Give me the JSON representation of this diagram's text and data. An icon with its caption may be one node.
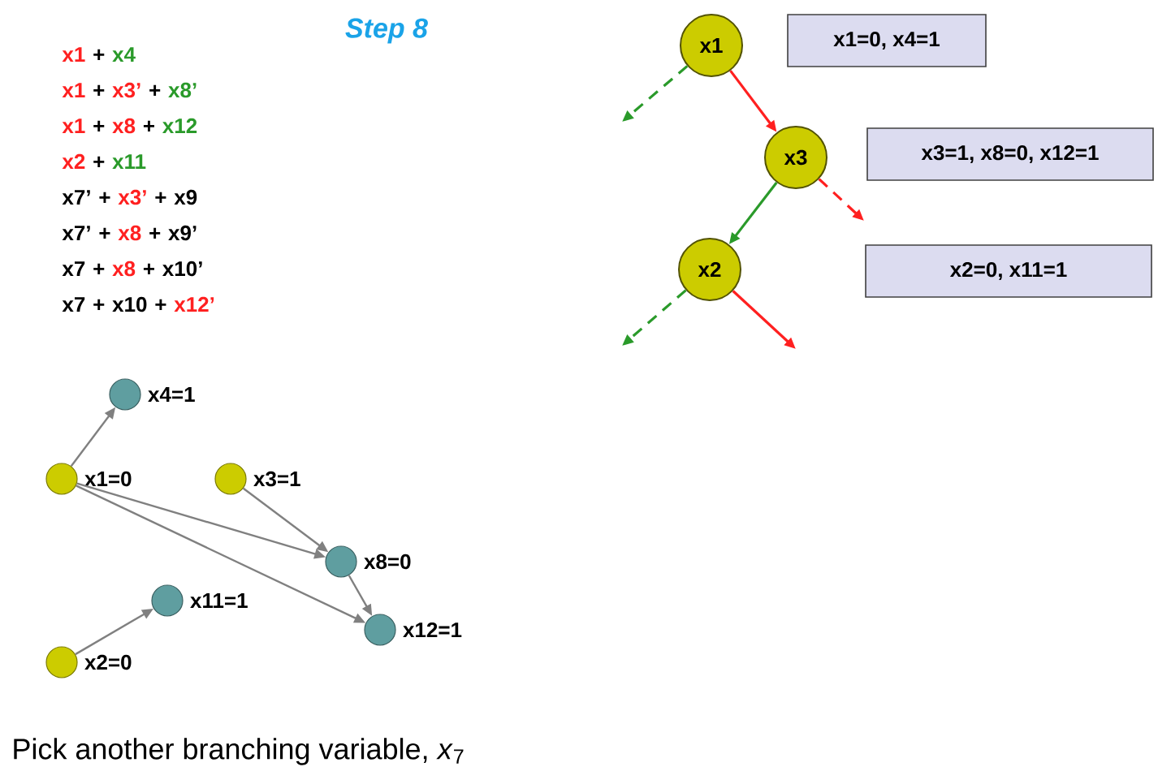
{
  "diagram": {
    "title": "Step 8",
    "caption": "Pick another branching variable, *x*$_{7}$",
    "nodes": [
      {
        "text": [
          "x1"
        ]
      },
      {
        "text": [
          "x3"
        ]
      },
      {
        "text": [
          "x2"
        ]
      },
      {
        "text": [
          "x1=0, x4=1"
        ]
      },
      {
        "text": [
          "x3=1, x8=0, x12=1"
        ]
      },
      {
        "text": [
          "x2=0, x11=1"
        ]
      },
      {
        "text": [],
        "shape": "circle",
        "beside": [
          "x4=1"
        ]
      },
      {
        "text": [],
        "shape": "circle",
        "beside": [
          "x1=0"
        ]
      },
      {
        "text": [],
        "shape": "circle",
        "beside": [
          "x3=1"
        ]
      },
      {
        "text": [],
        "shape": "circle",
        "beside": [
          "x8=0"
        ]
      },
      {
        "text": [],
        "shape": "circle",
        "beside": [
          "x11=1"
        ]
      },
      {
        "text": [],
        "shape": "circle",
        "beside": [
          "x12=1"
        ]
      },
      {
        "text": [],
        "shape": "circle",
        "beside": [
          "x2=0"
        ]
      }
    ],
    "edges": [
      {
        "from": 0,
        "to": 1,
        "arrow": "to",
        "color": "#ff2020"
      },
      {
        "from": 0,
        "to": null,
        "arrow": "to",
        "style": "dashed",
        "color": "#2a9a2a"
      },
      {
        "from": 1,
        "to": 2,
        "arrow": "to",
        "color": "#2a9a2a"
      },
      {
        "from": 1,
        "to": null,
        "arrow": "to",
        "style": "dashed",
        "color": "#ff2020"
      },
      {
        "from": 2,
        "to": null,
        "arrow": "to",
        "style": "dashed",
        "color": "#2a9a2a"
      },
      {
        "from": 2,
        "to": null,
        "arrow": "to",
        "color": "#ff2020"
      },
      {
        "from": 7,
        "to": 6,
        "arrow": "to"
      },
      {
        "from": 7,
        "to": 9,
        "arrow": "to"
      },
      {
        "from": 7,
        "to": 11,
        "arrow": "to"
      },
      {
        "from": 8,
        "to": 9,
        "arrow": "to"
      },
      {
        "from": 9,
        "to": 11,
        "arrow": "to"
      },
      {
        "from": 12,
        "to": 10,
        "arrow": "to"
      }
    ],
    "labels": [
      "x1",
      "+",
      "x4",
      "x1",
      "+",
      "x3’",
      "+",
      "x8’",
      "x1",
      "+",
      "x8",
      "+",
      "x12",
      "x2",
      "+",
      "x11",
      "x7’",
      "+",
      "x3’",
      "+",
      "x9",
      "x7’",
      "+",
      "x8",
      "+",
      "x9’",
      "x7",
      "+",
      "x8",
      "+",
      "x10’",
      "x7",
      "+",
      "x10",
      "+",
      "x12’"
    ]
  }
}
